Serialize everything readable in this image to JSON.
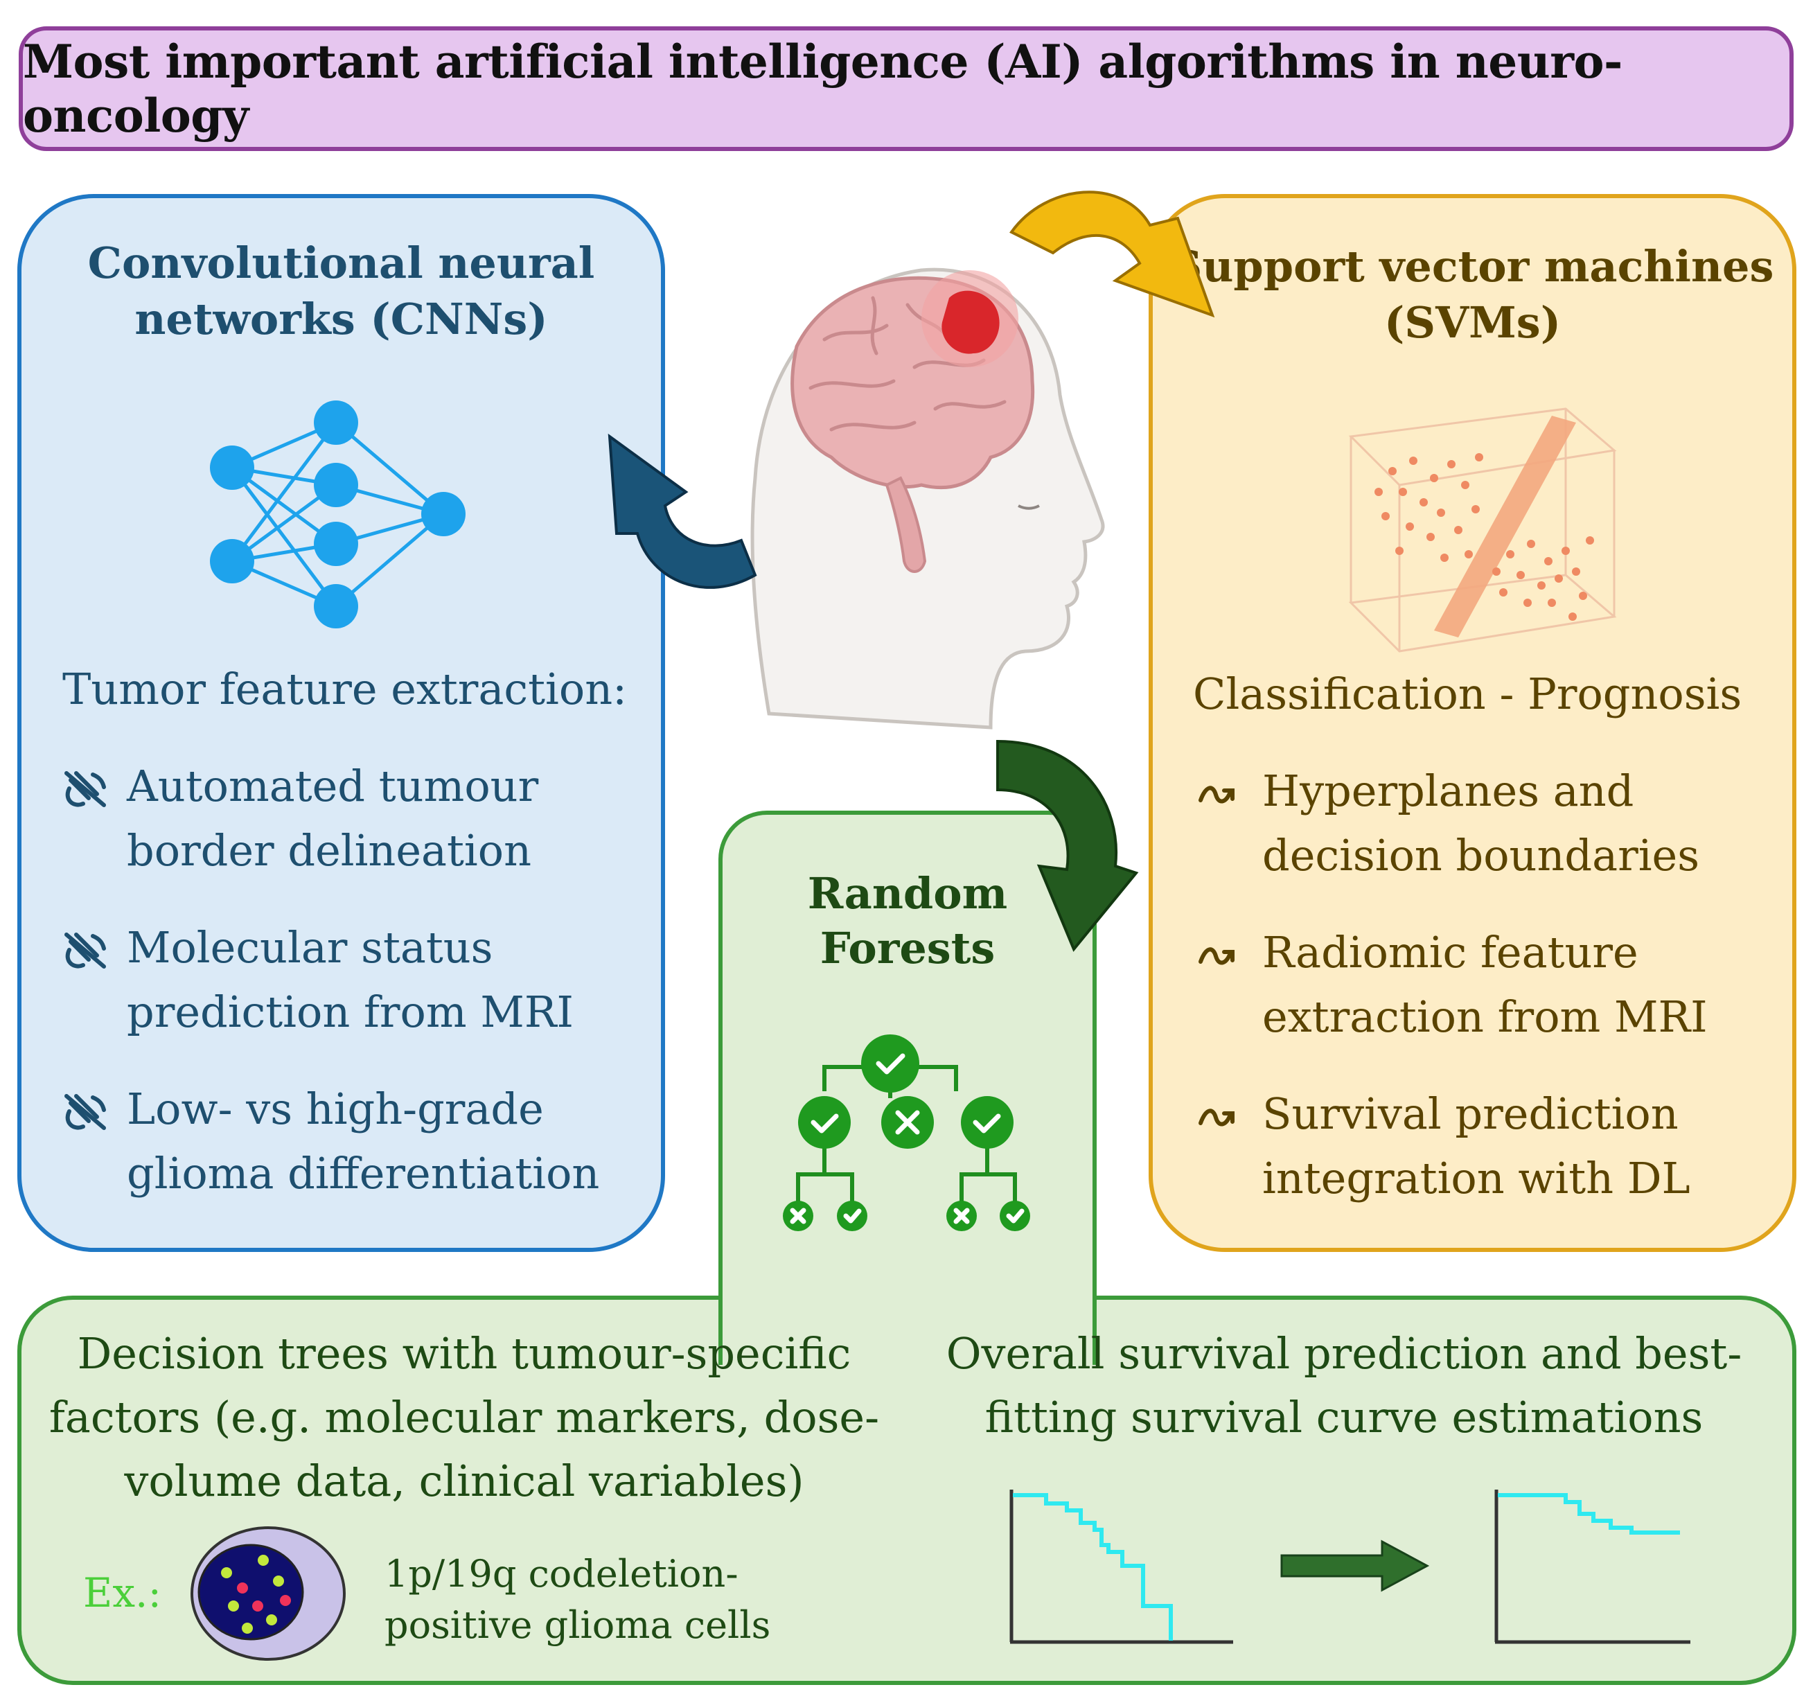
{
  "title": "Most important artificial intelligence (AI) algorithms in neuro-oncology",
  "colors": {
    "cnn": "#1f78c5",
    "svm": "#e0a41c",
    "rf": "#3c9b3a",
    "title": "#8f3f9a",
    "tumour": "#d9262b",
    "survival_curve": "#2fe9f0"
  },
  "cnn": {
    "heading": "Convolutional neural networks (CNNs)",
    "subheading": "Tumor feature extraction:",
    "bullet_icon": "satellite-icon",
    "items": [
      "Automated tumour border delineation",
      "Molecular status prediction from MRI",
      "Low- vs high-grade glioma differentiation"
    ]
  },
  "svm": {
    "heading": "Support vector machines (SVMs)",
    "subheading": "Classification - Prognosis",
    "bullet_icon": "squiggle-arrow-icon",
    "items": [
      "Hyperplanes and decision boundaries",
      "Radiomic feature extraction from MRI",
      "Survival prediction integration with DL"
    ]
  },
  "rf": {
    "heading": "Random Forests",
    "bottom_left": "Decision trees with tumour-specific factors (e.g. molecular markers, dose-volume data, clinical variables)",
    "bottom_right": "Overall survival prediction and best-fitting survival curve estimations",
    "example_label": "Ex.:",
    "cell_caption_line1": "1p/19q codeletion-",
    "cell_caption_line2": "positive glioma cells"
  }
}
